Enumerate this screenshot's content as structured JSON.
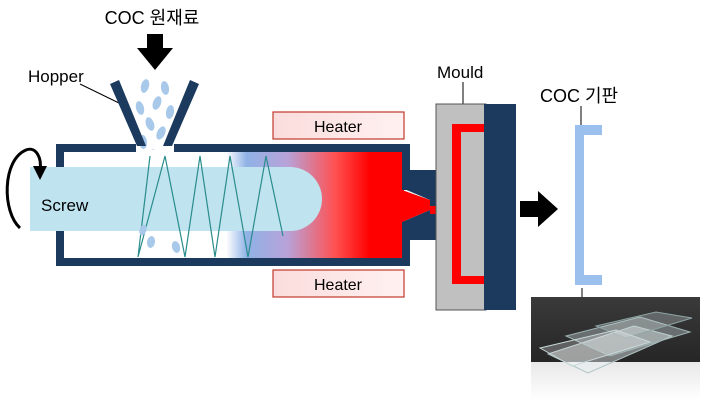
{
  "labels": {
    "raw_material": "COC 원재료",
    "hopper": "Hopper",
    "screw": "Screw",
    "heater_top": "Heater",
    "heater_bottom": "Heater",
    "mould": "Mould",
    "substrate": "COC 기판"
  },
  "colors": {
    "barrel": "#1b3a5e",
    "screw": "#bfe3ef",
    "melt": "#ff0000",
    "heater_fill": "#fde6e6",
    "heater_border": "#c0392b",
    "mould_plate": "#c0c0c0",
    "mould_back": "#1b3a5e",
    "pellet": "#a9c9ea",
    "substrate": "#9cc0ee",
    "arrow": "#000000"
  },
  "icons": {
    "feed_arrow": "arrow-down-icon",
    "output_arrow": "arrow-right-icon",
    "rotation": "rotation-arrow-icon"
  }
}
